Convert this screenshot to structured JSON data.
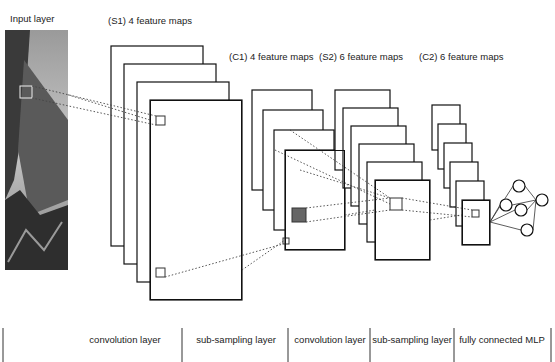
{
  "diagram": {
    "nodes": [
      {
        "text": [
          "Input layer"
        ]
      },
      {
        "text": [
          "(S1) 4 feature maps"
        ]
      },
      {
        "text": [
          "(C1) 4 feature maps"
        ]
      },
      {
        "text": [
          "(S2) 6 feature maps"
        ]
      },
      {
        "text": [
          "(C2) 6 feature maps"
        ]
      }
    ],
    "edges": [
      {
        "from": 0,
        "to": 1,
        "arrow": "none"
      },
      {
        "from": 1,
        "to": 2,
        "arrow": "none"
      },
      {
        "from": 2,
        "to": 3,
        "arrow": "none"
      },
      {
        "from": 3,
        "to": 4,
        "arrow": "none"
      }
    ],
    "labels": [
      "convolution layer",
      "sub-sampling layer",
      "convolution layer",
      "sub-sampling layer",
      "fully connected MLP"
    ]
  }
}
